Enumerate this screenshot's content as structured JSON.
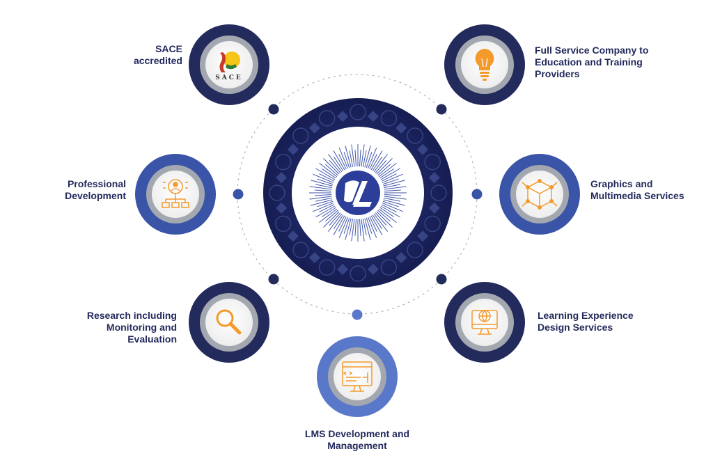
{
  "colors": {
    "navy": "#232a5c",
    "blue": "#3a55a8",
    "light_blue": "#5a78c9",
    "orange": "#f39a2b",
    "gray_ring": "#9aa0a8",
    "inner_bg": "#f2f2f2",
    "dark_center": "#1f2766"
  },
  "center": {
    "logo_icon": "xl-logo-icon"
  },
  "services": [
    {
      "id": "sace",
      "lines": [
        "SACE",
        "accredited"
      ],
      "icon": "sace-logo-icon",
      "icon_text": "SACE"
    },
    {
      "id": "full-service",
      "lines": [
        "Full Service Company to",
        "Education and Training",
        "Providers"
      ],
      "icon": "lightbulb-icon"
    },
    {
      "id": "professional-development",
      "lines": [
        "Professional",
        "Development"
      ],
      "icon": "org-network-icon"
    },
    {
      "id": "graphics-multimedia",
      "lines": [
        "Graphics and",
        "Multimedia Services"
      ],
      "icon": "3d-cube-icon"
    },
    {
      "id": "research",
      "lines": [
        "Research including",
        "Monitoring and",
        "Evaluation"
      ],
      "icon": "magnifier-icon"
    },
    {
      "id": "learning-experience",
      "lines": [
        "Learning Experience",
        "Design Services"
      ],
      "icon": "globe-monitor-icon"
    },
    {
      "id": "lms",
      "lines": [
        "LMS Development and",
        "Management"
      ],
      "icon": "code-monitor-icon"
    }
  ]
}
